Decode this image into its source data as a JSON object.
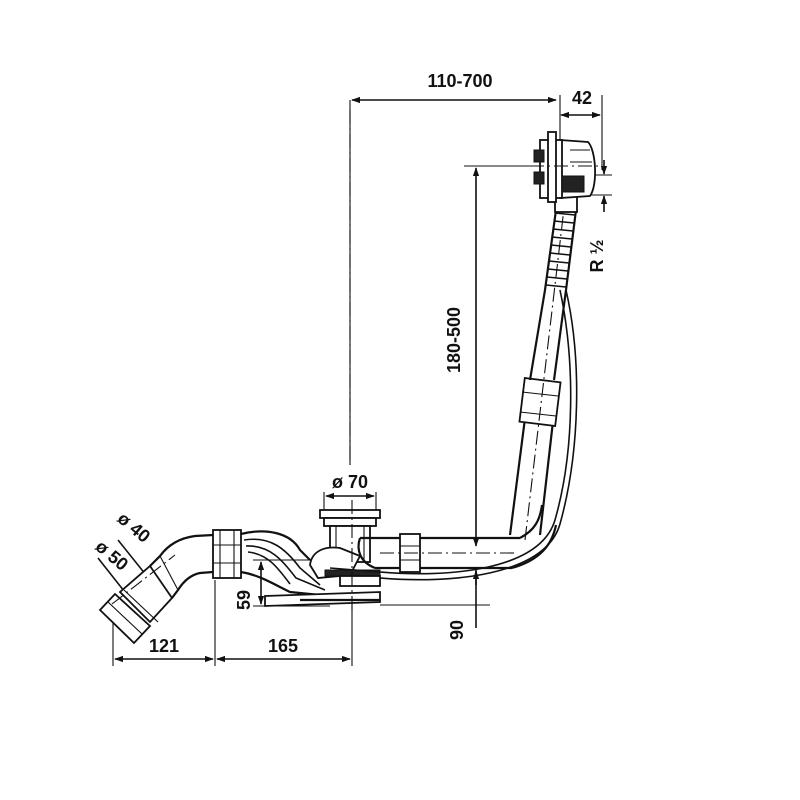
{
  "drawing": {
    "dimensions": {
      "overflow_reach": "110-700",
      "overflow_depth": "42",
      "height_range": "180-500",
      "thread": "R ½",
      "outlet_diameter": "ø 70",
      "pipe_inner_diameter": "ø 40",
      "pipe_outer_diameter": "ø 50",
      "trap_height": "59",
      "base_height": "90",
      "outlet_offset": "121",
      "drain_offset": "165"
    }
  }
}
